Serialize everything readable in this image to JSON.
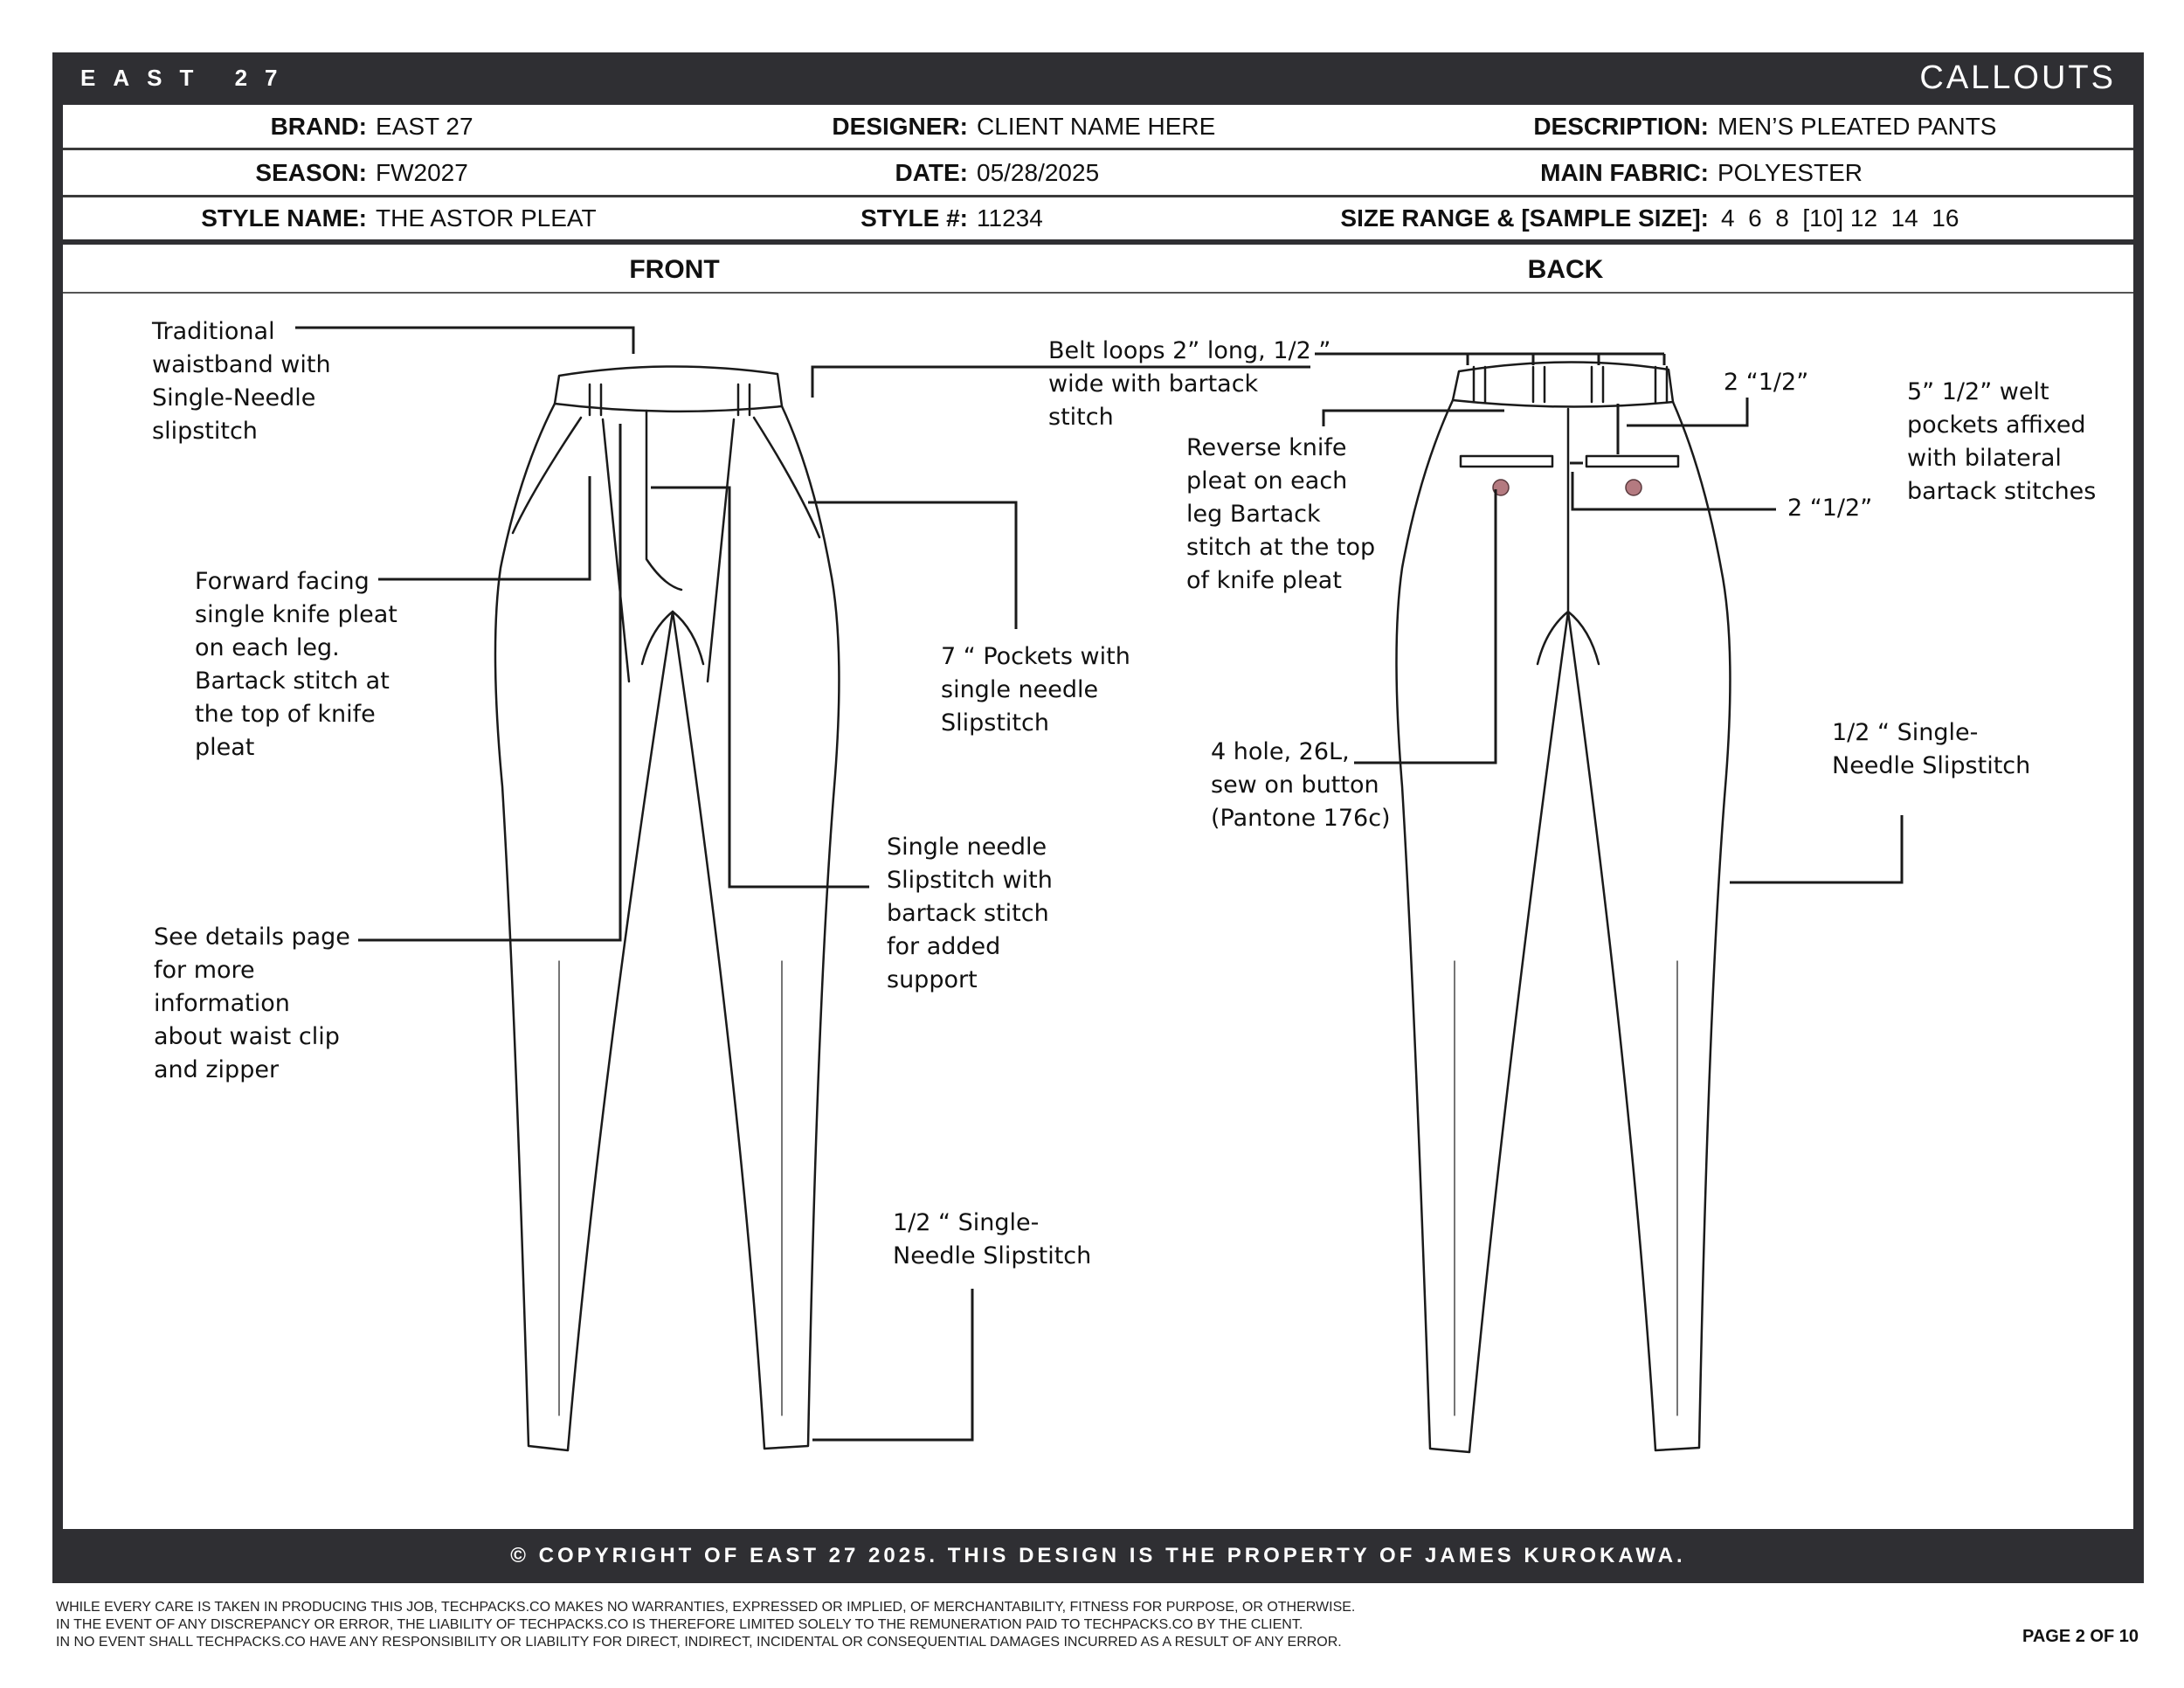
{
  "header": {
    "brand_mark": "EAST 27",
    "section": "CALLOUTS"
  },
  "info": {
    "brand_label": "BRAND:",
    "brand": "EAST 27",
    "designer_label": "DESIGNER:",
    "designer": "CLIENT NAME HERE",
    "description_label": "DESCRIPTION:",
    "description": "MEN’S PLEATED PANTS",
    "season_label": "SEASON:",
    "season": "FW2027",
    "date_label": "DATE:",
    "date": "05/28/2025",
    "fabric_label": "MAIN FABRIC:",
    "fabric": "POLYESTER",
    "style_name_label": "STYLE NAME:",
    "style_name": "THE ASTOR PLEAT",
    "style_no_label": "STYLE #:",
    "style_no": "11234",
    "size_label": "SIZE RANGE & [SAMPLE SIZE]:",
    "sizes": "4  6  8  [10] 12  14  16"
  },
  "views": {
    "front": "FRONT",
    "back": "BACK"
  },
  "callouts": {
    "waistband": [
      "Traditional",
      "waistband with",
      "Single-Needle",
      "slipstitch"
    ],
    "knife_pleat": [
      "Forward facing",
      "single knife pleat",
      "on each leg.",
      "Bartack stitch at",
      "the top of knife",
      "pleat"
    ],
    "details": [
      "See details page",
      "for more",
      "information",
      "about waist clip",
      "and zipper"
    ],
    "belt_loops": [
      "Belt loops 2” long, 1/2 ”",
      "wide with bartack",
      "stitch"
    ],
    "pockets": [
      "7 “ Pockets with",
      "single needle",
      "Slipstitch"
    ],
    "single_needle": [
      "Single needle",
      "Slipstitch with",
      "bartack stitch",
      "for added",
      "support"
    ],
    "front_hem": [
      "1/2 “ Single-",
      "Needle Slipstitch"
    ],
    "reverse_pleat": [
      "Reverse knife",
      "pleat on each",
      "leg Bartack",
      "stitch at the top",
      "of knife pleat"
    ],
    "dim_top": [
      "2 “1/2”"
    ],
    "dim_side": [
      "2 “1/2”"
    ],
    "welt": [
      "5” 1/2” welt",
      "pockets affixed",
      "with bilateral",
      "bartack stitches"
    ],
    "button": [
      "4 hole, 26L,",
      "sew on button",
      "(Pantone 176c)"
    ],
    "back_hem": [
      "1/2 “ Single-",
      "Needle Slipstitch"
    ]
  },
  "colors": {
    "frame": "#2f2f33",
    "button": "#b47a80"
  },
  "footer": {
    "copyright": "© COPYRIGHT OF EAST 27 2025.  THIS DESIGN IS THE PROPERTY OF JAMES KUROKAWA.",
    "disclaimer": [
      "WHILE EVERY CARE IS TAKEN IN PRODUCING THIS JOB, TECHPACKS.CO MAKES NO WARRANTIES, EXPRESSED OR IMPLIED, OF MERCHANTABILITY, FITNESS FOR PURPOSE, OR OTHERWISE.",
      "IN THE EVENT OF ANY DISCREPANCY OR ERROR, THE LIABILITY OF TECHPACKS.CO IS THEREFORE LIMITED SOLELY TO THE REMUNERATION PAID TO TECHPACKS.CO BY THE CLIENT.",
      "IN NO EVENT SHALL TECHPACKS.CO HAVE ANY RESPONSIBILITY OR LIABILITY FOR DIRECT, INDIRECT, INCIDENTAL OR CONSEQUENTIAL DAMAGES INCURRED AS A RESULT OF ANY ERROR."
    ],
    "page": "PAGE 2 OF 10"
  }
}
